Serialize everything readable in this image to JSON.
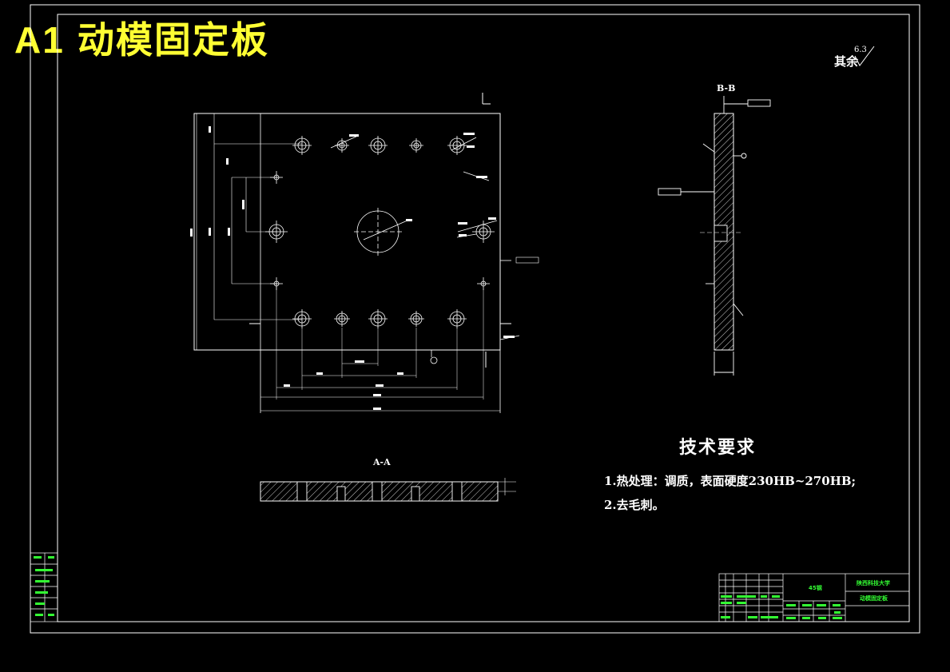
{
  "sheet": {
    "code": "A1",
    "title": "动模固定板"
  },
  "surface_finish": {
    "label": "其余",
    "value": "6.3"
  },
  "views": {
    "section_bb_label": "B-B",
    "section_aa_label": "A-A"
  },
  "technical_requirements": {
    "heading": "技术要求",
    "items": [
      "1.热处理：调质，表面硬度230HB~270HB;",
      "2.去毛刺。"
    ]
  },
  "title_block": {
    "material": "45钢",
    "school": "陕西科技大学",
    "drawing_name": "动模固定板"
  },
  "colors": {
    "background": "#000000",
    "lines": "#ffffff",
    "title": "#ffff33",
    "title_block_text": "#33ff33"
  }
}
